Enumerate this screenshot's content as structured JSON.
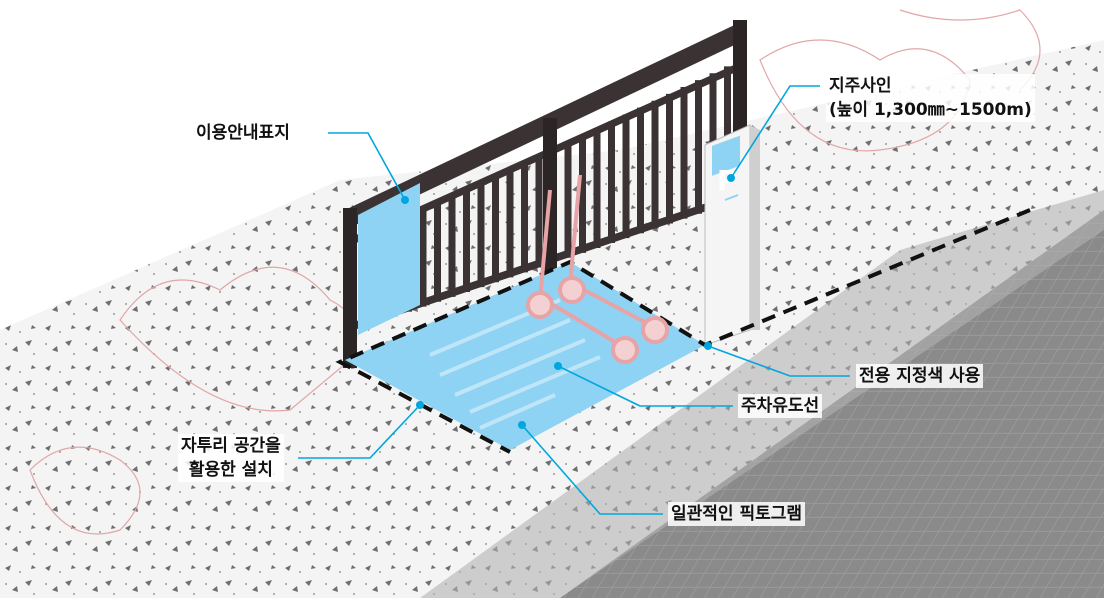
{
  "colors": {
    "accent_blue": "#00a6e0",
    "pad_blue": "#8ed3f3",
    "fence_dark": "#3a3233",
    "pavement": "#8c8c8c",
    "scooter_pink": "#e7a3a6"
  },
  "sign": {
    "letter": "P"
  },
  "callouts": {
    "info_sign": "이용안내표지",
    "pillar_sign_line1": "지주사인",
    "pillar_sign_line2": "(높이 1,300㎜~1500m)",
    "dedicated_color": "전용 지정색 사용",
    "parking_guide_line": "주차유도선",
    "leftover_space_line1": "자투리 공간을",
    "leftover_space_line2": "활용한 설치",
    "pictogram": "일관적인 픽토그램"
  }
}
